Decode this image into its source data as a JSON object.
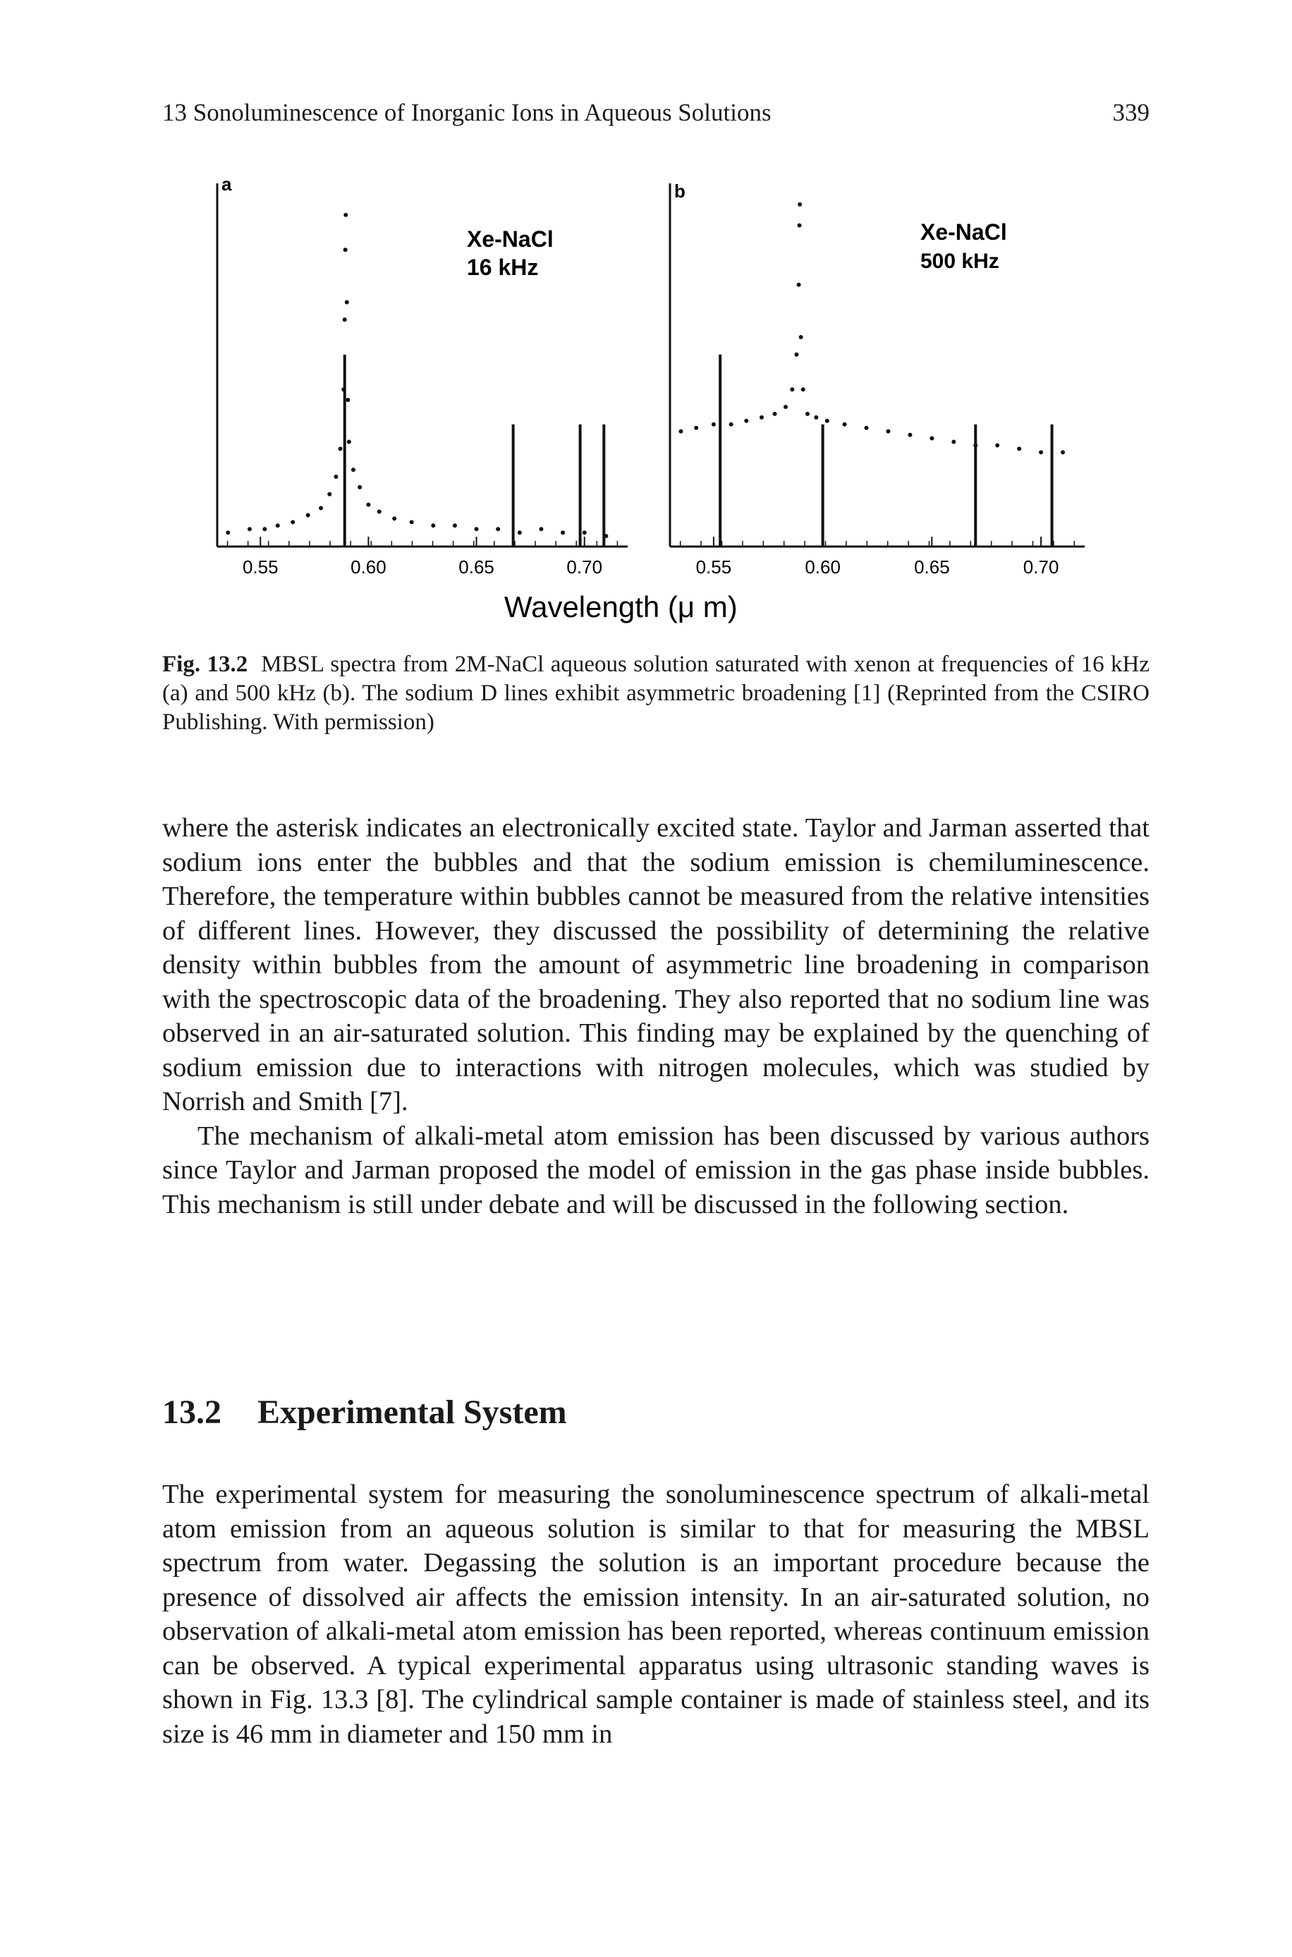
{
  "header": {
    "chapter_title": "13 Sonoluminescence of Inorganic Ions in Aqueous Solutions",
    "page_number": "339"
  },
  "figure": {
    "caption_label": "Fig. 13.2",
    "caption_text": "MBSL spectra from 2M-NaCl aqueous solution saturated with xenon at frequencies of 16 kHz (a) and 500 kHz (b). The sodium D lines exhibit asymmetric broadening [1] (Reprinted from the CSIRO Publishing. With permission)",
    "xlabel": "Wavelength (μ m)",
    "panels": [
      {
        "label": "a",
        "annotation_line1": "Xe-NaCl",
        "annotation_line2": "16 kHz"
      },
      {
        "label": "b",
        "annotation_line1": "Xe-NaCl",
        "annotation_line2": "500 kHz"
      }
    ]
  },
  "chart_data": [
    {
      "type": "scatter",
      "panel": "a",
      "x_tick_labels": [
        "0.55",
        "0.60",
        "0.65",
        "0.70"
      ],
      "xlim": [
        0.53,
        0.72
      ],
      "xlabel": "Wavelength (μ m)",
      "annotation": "Xe-NaCl 16 kHz",
      "series": [
        {
          "x": [
            0.535,
            0.545,
            0.552,
            0.558,
            0.565,
            0.572,
            0.578,
            0.582,
            0.585,
            0.587,
            0.5885,
            0.589,
            0.5893,
            0.5895,
            0.59,
            0.5905,
            0.591,
            0.593,
            0.596,
            0.6,
            0.605,
            0.612,
            0.62,
            0.63,
            0.64,
            0.65,
            0.66,
            0.67,
            0.68,
            0.69,
            0.7,
            0.71
          ],
          "y": [
            0.04,
            0.05,
            0.05,
            0.06,
            0.07,
            0.09,
            0.11,
            0.15,
            0.2,
            0.28,
            0.45,
            0.65,
            0.85,
            0.95,
            0.7,
            0.42,
            0.3,
            0.22,
            0.17,
            0.12,
            0.1,
            0.08,
            0.07,
            0.06,
            0.06,
            0.05,
            0.05,
            0.04,
            0.05,
            0.04,
            0.04,
            0.03
          ]
        }
      ],
      "emission_lines_x": [
        0.589,
        0.667,
        0.698,
        0.709
      ]
    },
    {
      "type": "scatter",
      "panel": "b",
      "x_tick_labels": [
        "0.55",
        "0.60",
        "0.65",
        "0.70"
      ],
      "xlim": [
        0.53,
        0.72
      ],
      "xlabel": "Wavelength (μ m)",
      "annotation": "Xe-NaCl 500 kHz",
      "series": [
        {
          "x": [
            0.535,
            0.542,
            0.55,
            0.558,
            0.565,
            0.572,
            0.578,
            0.583,
            0.586,
            0.588,
            0.589,
            0.5893,
            0.5895,
            0.59,
            0.591,
            0.593,
            0.597,
            0.602,
            0.61,
            0.62,
            0.63,
            0.64,
            0.65,
            0.66,
            0.67,
            0.68,
            0.69,
            0.7,
            0.71
          ],
          "y": [
            0.33,
            0.34,
            0.35,
            0.35,
            0.36,
            0.37,
            0.38,
            0.4,
            0.45,
            0.55,
            0.75,
            0.92,
            0.98,
            0.6,
            0.45,
            0.38,
            0.37,
            0.36,
            0.35,
            0.34,
            0.33,
            0.32,
            0.31,
            0.3,
            0.29,
            0.29,
            0.28,
            0.27,
            0.27
          ]
        }
      ],
      "emission_lines_x": [
        0.553,
        0.6,
        0.67,
        0.705
      ]
    }
  ],
  "body": {
    "paragraph1": "where the asterisk indicates an electronically excited state. Taylor and Jarman asserted that sodium ions enter the bubbles and that the sodium emission is chemiluminescence. Therefore, the temperature within bubbles cannot be measured from the relative intensities of different lines. However, they discussed the possibility of determining the relative density within bubbles from the amount of asymmetric line broadening in comparison with the spectroscopic data of the broadening. They also reported that no sodium line was observed in an air-saturated solution. This finding may be explained by the quenching of sodium emission due to interactions with nitrogen molecules, which was studied by Norrish and Smith [7].",
    "paragraph2": "The mechanism of alkali-metal atom emission has been discussed by various authors since Taylor and Jarman proposed the model of emission in the gas phase inside bubbles. This mechanism is still under debate and will be discussed in the following section.",
    "section_number": "13.2",
    "section_title": "Experimental System",
    "paragraph3": "The experimental system for measuring the sonoluminescence spectrum of alkali-metal atom emission from an aqueous solution is similar to that for measuring the MBSL spectrum from water. Degassing the solution is an important procedure because the presence of dissolved air affects the emission intensity. In an air-saturated solution, no observation of alkali-metal atom emission has been reported, whereas continuum emission can be observed. A typical experimental apparatus using ultrasonic standing waves is shown in Fig. 13.3 [8]. The cylindrical sample container is made of stainless steel, and its size is 46 mm in diameter and 150 mm in"
  }
}
